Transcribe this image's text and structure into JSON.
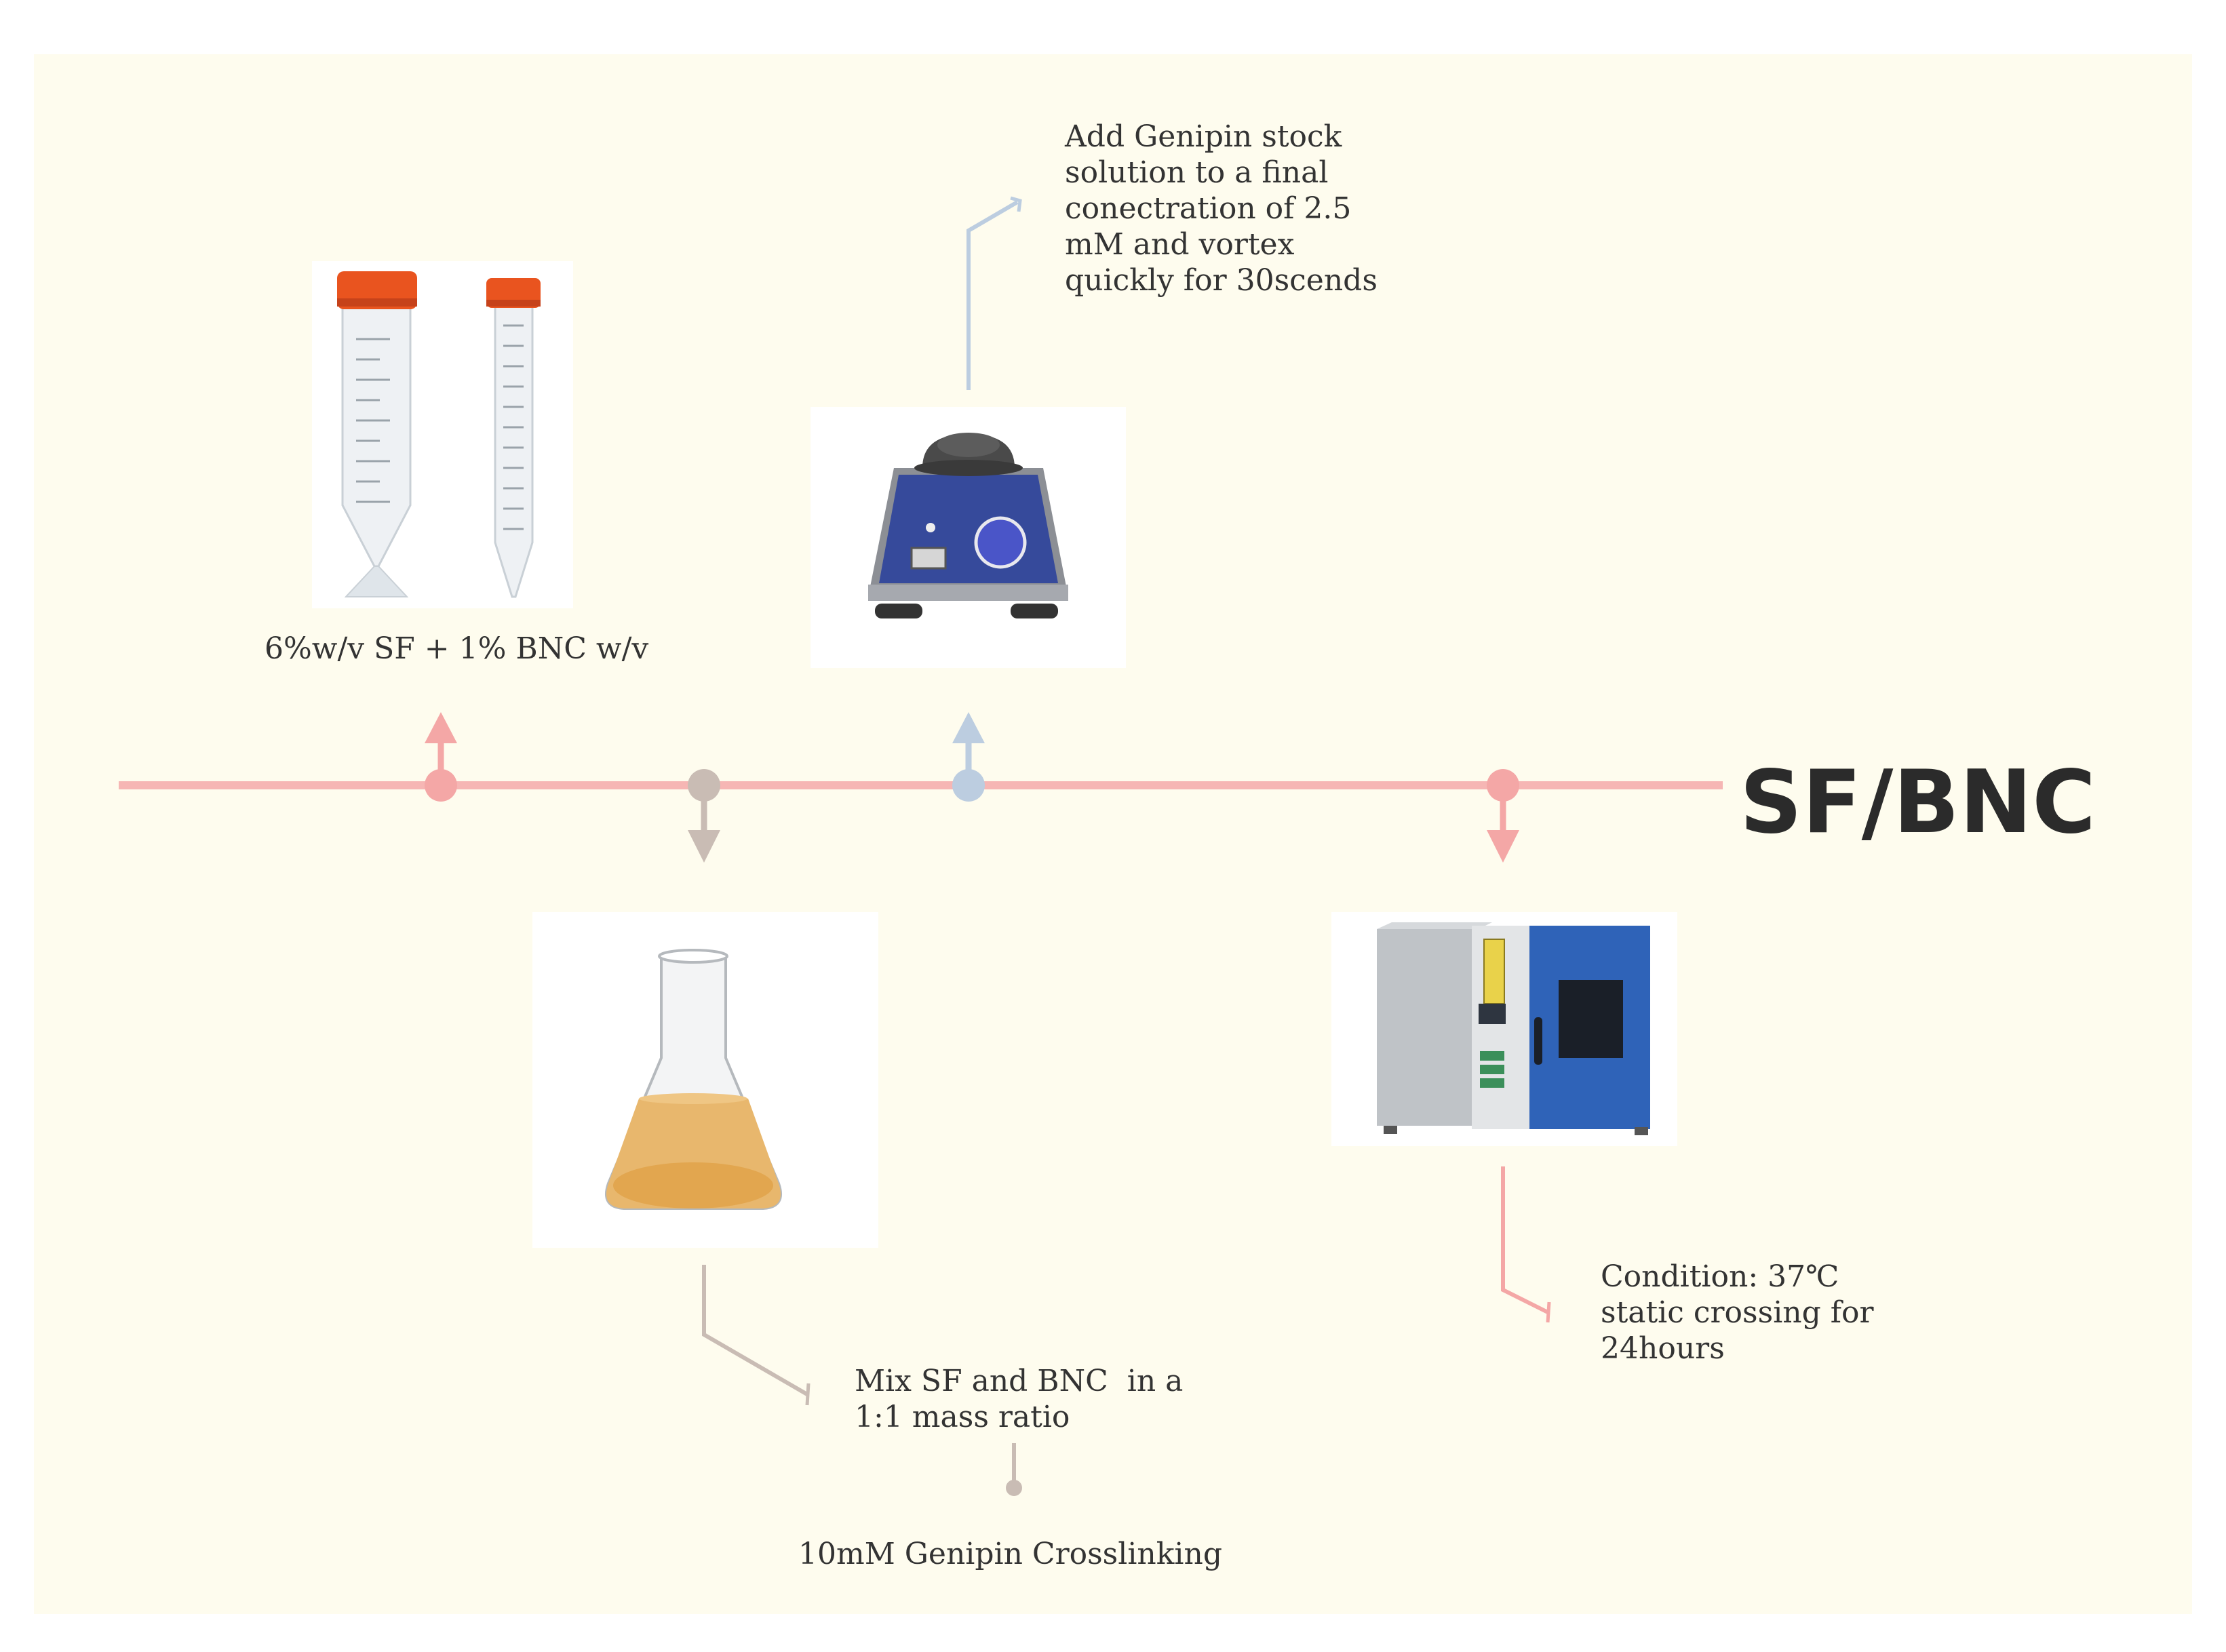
{
  "title": "SF/BNC",
  "colors": {
    "background": "#fefcee",
    "timeline": "#f6b6b4",
    "pink": "#f4a7a6",
    "taupe": "#c9bcb4",
    "blue": "#bccde0",
    "tube_cap": "#e9541f",
    "vortex_body": "#364a9b",
    "flask_liquid": "#e8b76d",
    "oven_door": "#2f63b8"
  },
  "steps": [
    {
      "id": "step-1",
      "text": "6%w/v SF + 1% BNC w/v",
      "icon": "centrifuge-tubes-icon"
    },
    {
      "id": "step-2",
      "text": "Mix SF and BNC  in a\n1:1 mass ratio",
      "icon": "erlenmeyer-flask-icon"
    },
    {
      "id": "step-2-sub",
      "text": "10mM Genipin Crosslinking"
    },
    {
      "id": "step-3",
      "text": "Add Genipin stock\nsolution to a final\nconectration of 2.5\nmM and vortex\nquickly for 30scends",
      "icon": "vortex-mixer-icon"
    },
    {
      "id": "step-4",
      "text": "Condition: 37℃\nstatic crossing for\n24hours",
      "icon": "incubator-oven-icon"
    }
  ]
}
